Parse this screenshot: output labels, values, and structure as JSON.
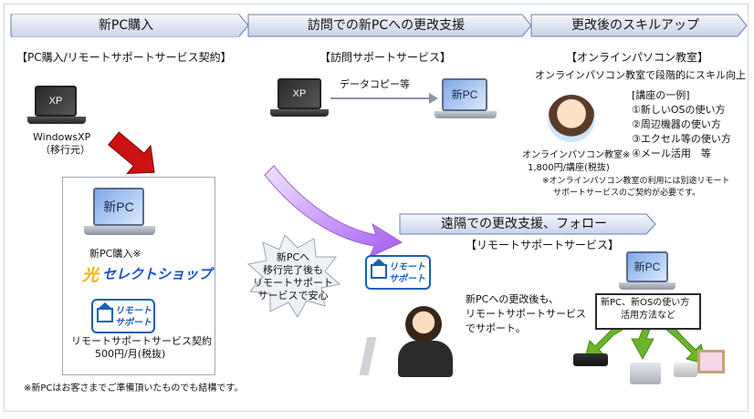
{
  "headers": {
    "h1": "新PC購入",
    "h2": "訪問での新PCへの更改支援",
    "h3": "更改後のスキルアップ",
    "h4": "遠隔での更改支援、フォロー"
  },
  "section1": {
    "subtitle": "【PC購入/リモートサポートサービス契約】",
    "old_pc_screen": "XP",
    "old_pc_caption1": "WindowsXP",
    "old_pc_caption2": "（移行元）",
    "new_pc_screen": "新PC",
    "new_pc_caption": "新PC購入※",
    "shop_logo_mark": "光",
    "shop_logo_text": "セレクトショップ",
    "remote_logo_text1": "リモート",
    "remote_logo_text2": "サポート",
    "contract_line1": "リモートサポートサービス契約",
    "contract_line2": "500円/月(税抜)",
    "footnote": "※新PCはお客さまでご準備頂いたものでも結構です。"
  },
  "section2": {
    "subtitle": "【訪問サポートサービス】",
    "old_pc_screen": "XP",
    "arrow_label": "データコピー等",
    "new_pc_screen": "新PC"
  },
  "section3": {
    "subtitle": "【オンラインパソコン教室】",
    "tagline": "オンラインパソコン教室で段階的にスキル向上",
    "list_title": "[講座の一例]",
    "list": [
      "①新しいOSの使い方",
      "②周辺機器の使い方",
      "③エクセル等の使い方",
      "④メール活用　等"
    ],
    "price_line1": "オンラインパソコン教室※",
    "price_line2": "1,800円/講座(税抜)",
    "note_line1": "※オンラインパソコン教室の利用には別途リモート",
    "note_line2": "サポートサービスのご契約が必要です。"
  },
  "section4": {
    "subtitle": "【リモートサポートサービス】",
    "burst_lines": [
      "新PCへ",
      "移行完了後も",
      "リモートサポート",
      "サービスで安心"
    ],
    "remote_logo_text1": "リモート",
    "remote_logo_text2": "サポート",
    "desc_lines": [
      "新PCへの更改後も、",
      "リモートサポートサービス",
      "でサポート。"
    ],
    "new_pc_screen": "新PC",
    "howto_line1": "新PC、新OSの使い方",
    "howto_line2": "活用方法など"
  },
  "colors": {
    "header_border": "#6b7fb0",
    "red_arrow": "#cc1111",
    "purple_arrow": "#b06cf0",
    "green_arrow": "#6ab42a",
    "remote_logo": "#1a5fb4",
    "shop_logo": "#1f4fc4"
  }
}
